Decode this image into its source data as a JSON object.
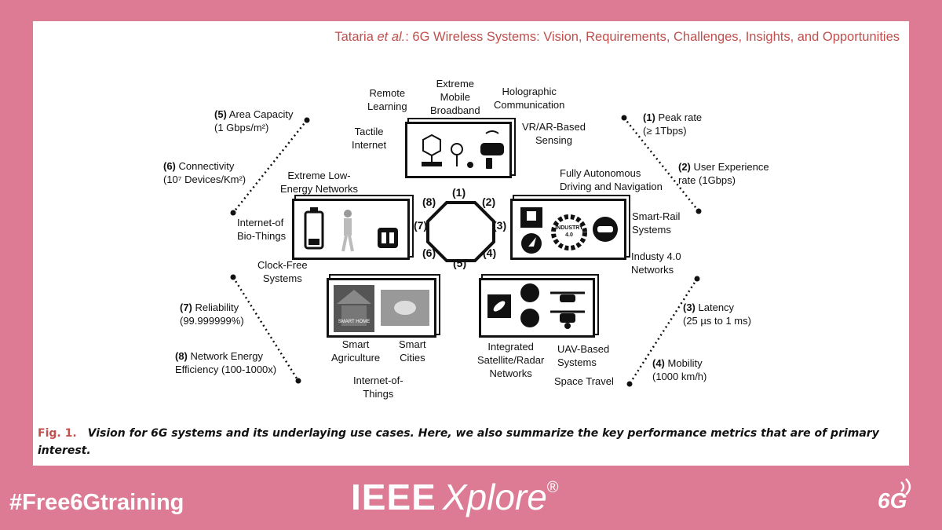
{
  "header": {
    "author": "Tataria",
    "etal": "et al.",
    "title": ": 6G Wireless Systems: Vision, Requirements, Challenges, Insights, and Opportunities"
  },
  "metrics": {
    "m1": {
      "num": "(1)",
      "name": "Peak rate",
      "value": "(≥ 1Tbps)"
    },
    "m2": {
      "num": "(2)",
      "name": "User Experience",
      "value": "rate (1Gbps)"
    },
    "m3": {
      "num": "(3)",
      "name": "Latency",
      "value": "(25 µs to 1 ms)"
    },
    "m4": {
      "num": "(4)",
      "name": "Mobility",
      "value": "(1000 km/h)"
    },
    "m5": {
      "num": "(5)",
      "name": "Area Capacity",
      "value": "(1 Gbps/m²)"
    },
    "m6": {
      "num": "(6)",
      "name": "Connectivity",
      "value": "(10⁷ Devices/Km²)"
    },
    "m7": {
      "num": "(7)",
      "name": "Reliability",
      "value": "(99.999999%)"
    },
    "m8": {
      "num": "(8)",
      "name": "Network Energy",
      "value": "Efficiency (100-1000x)"
    }
  },
  "octagon_numbers": [
    "(1)",
    "(2)",
    "(3)",
    "(4)",
    "(5)",
    "(6)",
    "(7)",
    "(8)"
  ],
  "use_cases": {
    "remote_learning": [
      "Remote",
      "Learning"
    ],
    "embb": [
      "Extreme",
      "Mobile",
      "Broadband"
    ],
    "holographic": [
      "Holographic",
      "Communication"
    ],
    "tactile": [
      "Tactile",
      "Internet"
    ],
    "vrar": [
      "VR/AR-Based",
      "Sensing"
    ],
    "low_energy": [
      "Extreme Low-",
      "Energy Networks"
    ],
    "autonomous": [
      "Fully Autonomous",
      "Driving and Navigation"
    ],
    "iobt": [
      "Internet-of",
      "Bio-Things"
    ],
    "smart_rail": [
      "Smart-Rail",
      "Systems"
    ],
    "clock_free": [
      "Clock-Free",
      "Systems"
    ],
    "industry": [
      "Industy 4.0",
      "Networks"
    ],
    "smart_agri": [
      "Smart",
      "Agriculture"
    ],
    "smart_cities": [
      "Smart",
      "Cities"
    ],
    "iot": [
      "Internet-of-",
      "Things"
    ],
    "satellite": [
      "Integrated",
      "Satellite/Radar",
      "Networks"
    ],
    "uav": [
      "UAV-Based",
      "Systems"
    ],
    "space": [
      "Space Travel"
    ]
  },
  "icons": {
    "smart_home": "SMART HOME",
    "industry": "INDUSTRY",
    "industry_ver": "4.0"
  },
  "caption": {
    "fig": "Fig. 1.",
    "text": "Vision for 6G systems and its underlaying use cases. Here, we also summarize the key performance metrics that are of primary interest."
  },
  "footer": {
    "hashtag": "#Free6Gtraining",
    "brand_a": "IEEE",
    "brand_b": "Xplore",
    "reg": "®",
    "logo": "6G"
  },
  "colors": {
    "background": "#dc7b93",
    "accent": "#c0504d"
  }
}
